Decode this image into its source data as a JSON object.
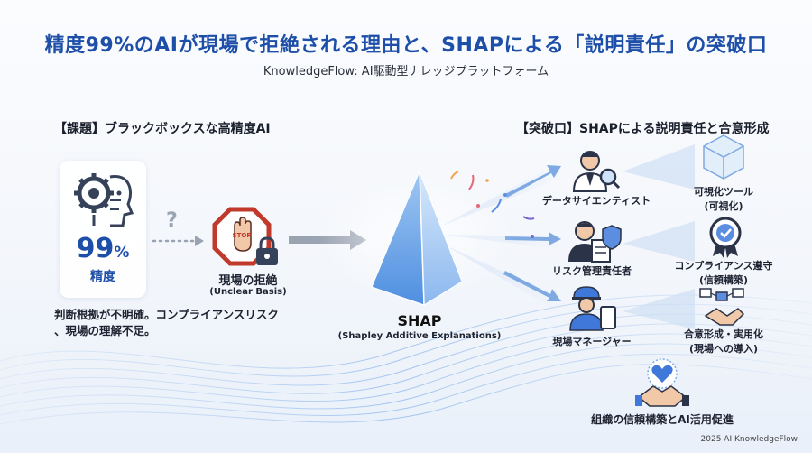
{
  "header": {
    "title": "精度99%のAIが現場で拒絶される理由と、SHAPによる「説明責任」の突破口",
    "subtitle": "KnowledgeFlow: AI駆動型ナレッジプラットフォーム"
  },
  "left": {
    "heading": "【課題】ブラックボックスな高精度AI",
    "accuracy_value": "99",
    "accuracy_unit": "%",
    "accuracy_label": "精度",
    "question_mark": "?",
    "stop_sign": "STOP",
    "rejection_label": "現場の拒絶",
    "rejection_sub": "(Unclear Basis)",
    "description_line1": "判断根拠が不明確。コンプライアンスリスク",
    "description_line2": "、現場の理解不足。"
  },
  "center": {
    "title": "SHAP",
    "subtitle": "(Shapley Additive Explanations)"
  },
  "right": {
    "heading": "【突破口】SHAPによる説明責任と合意形成",
    "roles": [
      {
        "label": "データサイエンティスト",
        "icon": "data-scientist-icon"
      },
      {
        "label": "リスク管理責任者",
        "icon": "risk-manager-icon"
      },
      {
        "label": "現場マネージャー",
        "icon": "site-manager-icon"
      }
    ],
    "outcomes": [
      {
        "line1": "可視化ツール",
        "line2": "(可視化)",
        "icon": "visualization-cube-icon"
      },
      {
        "line1": "コンプライアンス遵守",
        "line2": "(信頼構築)",
        "icon": "compliance-badge-icon"
      },
      {
        "line1": "合意形成・実用化",
        "line2": "(現場への導入)",
        "icon": "handshake-flow-icon"
      }
    ],
    "final_label": "組織の信頼構築とAI活用促進",
    "final_icon": "trust-handshake-heart-icon"
  },
  "footer": {
    "text": "2025 AI KnowledgeFlow"
  },
  "colors": {
    "brand_blue": "#1e4fa8",
    "stop_red": "#c0392b",
    "beam_blue": "#8fb8ea"
  }
}
